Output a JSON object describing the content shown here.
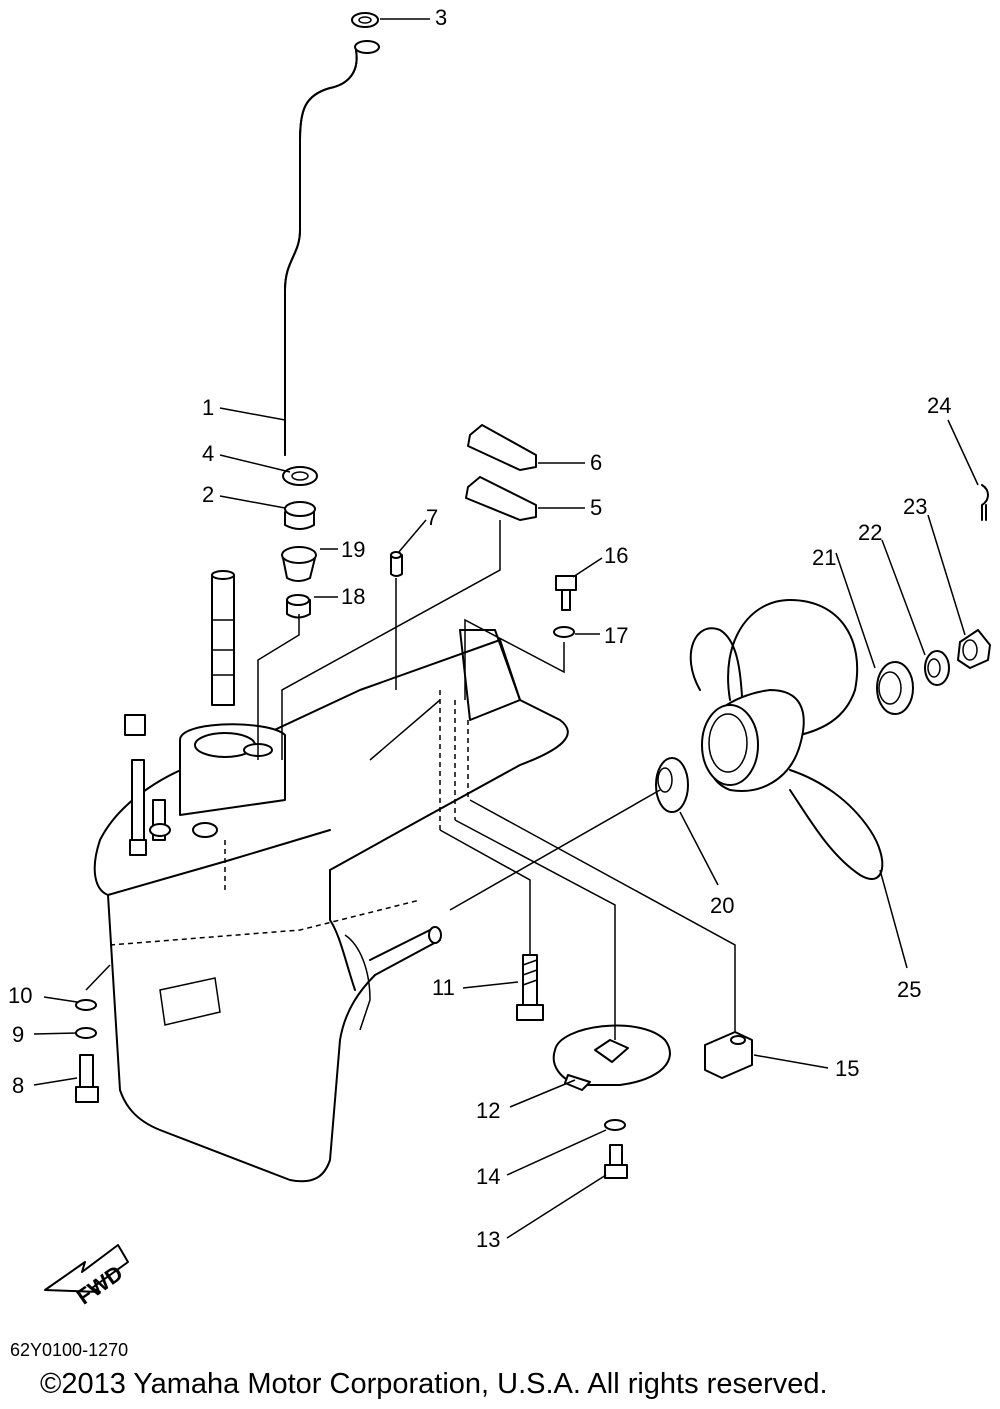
{
  "diagram": {
    "callouts": [
      "1",
      "2",
      "3",
      "4",
      "5",
      "6",
      "7",
      "8",
      "9",
      "10",
      "11",
      "12",
      "13",
      "14",
      "15",
      "16",
      "17",
      "18",
      "19",
      "20",
      "21",
      "22",
      "23",
      "24",
      "25"
    ],
    "fwd_label": "FWD",
    "drawing_code": "62Y0100-1270",
    "copyright": "©2013 Yamaha Motor Corporation, U.S.A. All rights reserved."
  }
}
